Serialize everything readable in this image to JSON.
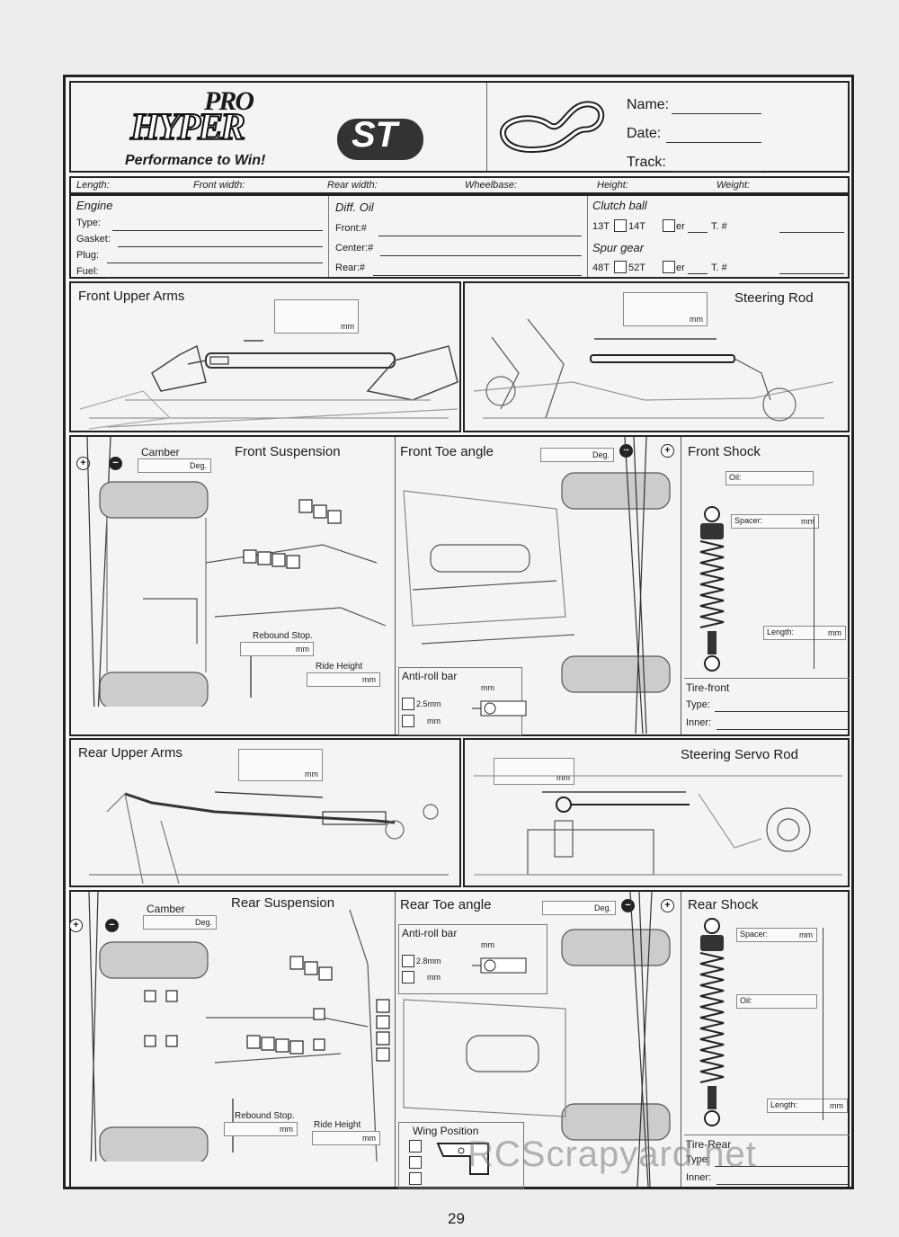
{
  "logo": {
    "pro": "PRO",
    "hyper": "HYPER",
    "st": "ST",
    "slogan": "Performance to Win!"
  },
  "header": {
    "name": "Name:",
    "date": "Date:",
    "track": "Track:"
  },
  "dims": [
    "Length:",
    "Front width:",
    "Rear width:",
    "Wheelbase:",
    "Height:",
    "Weight:"
  ],
  "engine": {
    "title": "Engine",
    "type": "Type:",
    "gasket": "Gasket:",
    "plug": "Plug:",
    "fuel": "Fuel:"
  },
  "diff": {
    "title": "Diff. Oil",
    "front": "Front:#",
    "center": "Center:#",
    "rear": "Rear:#"
  },
  "clutch": {
    "title": "Clutch ball",
    "t13": "13T",
    "t14": "14T",
    "other": "er",
    "t": "T. #"
  },
  "spur": {
    "title": "Spur gear",
    "t48": "48T",
    "t52": "52T",
    "other": "er",
    "t": "T. #"
  },
  "sections": {
    "front_upper_arms": "Front Upper Arms",
    "steering_rod": "Steering Rod",
    "front_suspension": "Front Suspension",
    "front_toe": "Front Toe angle",
    "front_shock": "Front Shock",
    "rear_upper_arms": "Rear Upper Arms",
    "steering_servo_rod": "Steering Servo Rod",
    "rear_suspension": "Rear Suspension",
    "rear_toe": "Rear Toe angle",
    "rear_shock": "Rear Shock"
  },
  "units": {
    "mm": "mm",
    "deg": "Deg."
  },
  "labels": {
    "camber": "Camber",
    "rebound": "Rebound Stop.",
    "ride_height": "Ride Height",
    "anti_roll": "Anti-roll bar",
    "front_bar": "2.5mm",
    "rear_bar": "2.8mm",
    "oil": "Oil:",
    "spacer": "Spacer:",
    "length": "Length:",
    "tire_front": "Tire-front",
    "tire_rear": "Tire-Rear",
    "type": "Type:",
    "inner": "Inner:",
    "wing": "Wing Position"
  },
  "page_number": "29",
  "watermark": "RCScrapyard.net"
}
